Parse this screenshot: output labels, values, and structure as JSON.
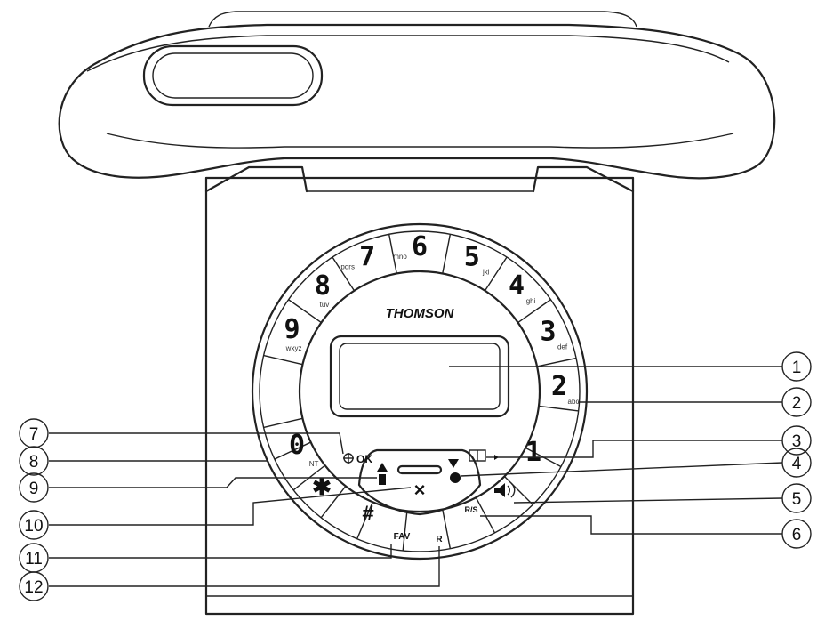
{
  "brand": "THOMSON",
  "keys": [
    {
      "id": "key-1",
      "digit": "1",
      "letters": ""
    },
    {
      "id": "key-2",
      "digit": "2",
      "letters": "abc"
    },
    {
      "id": "key-3",
      "digit": "3",
      "letters": "def"
    },
    {
      "id": "key-4",
      "digit": "4",
      "letters": "ghi"
    },
    {
      "id": "key-5",
      "digit": "5",
      "letters": "jkl"
    },
    {
      "id": "key-6",
      "digit": "6",
      "letters": "mno"
    },
    {
      "id": "key-7",
      "digit": "7",
      "letters": "pqrs"
    },
    {
      "id": "key-8",
      "digit": "8",
      "letters": "tuv"
    },
    {
      "id": "key-9",
      "digit": "9",
      "letters": "wxyz"
    },
    {
      "id": "key-0",
      "digit": "0",
      "letters": "INT"
    }
  ],
  "function_keys": {
    "ok": "OK",
    "cancel": "×",
    "star": "✱",
    "hash": "#",
    "fav": "FAV",
    "r": "R",
    "redial": "R/S"
  },
  "callouts": [
    "1",
    "2",
    "3",
    "4",
    "5",
    "6",
    "7",
    "8",
    "9",
    "10",
    "11",
    "12"
  ],
  "icons": {
    "ok": "nav-ok-icon",
    "phonebook": "phonebook-icon",
    "up": "up-arrow-contact-icon",
    "down": "down-arrow-contact-icon",
    "speaker": "speaker-icon"
  }
}
